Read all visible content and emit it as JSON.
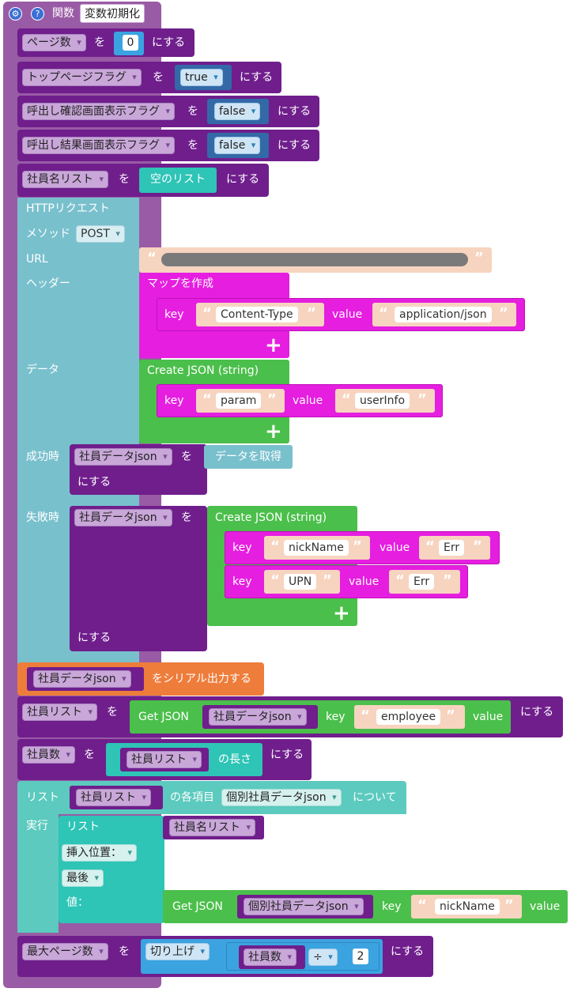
{
  "func": {
    "keyword": "関数",
    "name": "変数初期化",
    "settings_icon": "gear-icon",
    "help_icon": "question-icon",
    "help_glyph": "?"
  },
  "common": {
    "wo": "を",
    "nisuru": "にする",
    "quote_open": "“",
    "quote_close": "”",
    "plus": "+",
    "key": "key",
    "value": "value"
  },
  "set_page": {
    "var": "ページ数",
    "value": "0"
  },
  "set_top": {
    "var": "トップページフラグ",
    "value": "true"
  },
  "set_confirm": {
    "var": "呼出し確認画面表示フラグ",
    "value": "false"
  },
  "set_result": {
    "var": "呼出し結果画面表示フラグ",
    "value": "false"
  },
  "set_names": {
    "var": "社員名リスト",
    "value": "空のリスト"
  },
  "http": {
    "title": "HTTPリクエスト",
    "method_label": "メソッド",
    "method": "POST",
    "url_label": "URL",
    "header_label": "ヘッダー",
    "map_title": "マップを作成",
    "header_key": "Content-Type",
    "header_value": "application/json",
    "data_label": "データ",
    "json_title": "Create JSON (string)",
    "data_key": "param",
    "data_value": "userInfo",
    "success_label": "成功時",
    "success_var": "社員データjson",
    "success_value": "データを取得",
    "fail_label": "失敗時",
    "fail_var": "社員データjson",
    "fail_json_title": "Create JSON (string)",
    "fail_key1": "nickName",
    "fail_val1": "Err",
    "fail_key2": "UPN",
    "fail_val2": "Err"
  },
  "serial": {
    "var": "社員データjson",
    "text": "をシリアル出力する"
  },
  "set_list": {
    "var": "社員リスト",
    "get_json": "Get JSON",
    "src": "社員データjson",
    "key": "employee"
  },
  "set_count": {
    "var": "社員数",
    "src": "社員リスト",
    "length": "の長さ"
  },
  "loop": {
    "list_label": "リスト",
    "list": "社員リスト",
    "each": "の各項目",
    "item": "個別社員データjson",
    "about": "について",
    "do_label": "実行"
  },
  "insert": {
    "title": "リスト",
    "target": "社員名リスト",
    "pos_label": "挿入位置：",
    "pos": "最後",
    "value_label": "値：",
    "get_json": "Get JSON",
    "src": "個別社員データjson",
    "key": "nickName"
  },
  "set_max": {
    "var": "最大ページ数",
    "ceil": "切り上げ",
    "src": "社員数",
    "op": "÷",
    "divisor": "2"
  },
  "colors": {
    "procedure": "#995ba5",
    "variable": "#6f1e8c",
    "http": "#79c0cd",
    "map": "#e51ee0",
    "json": "#4bbf4b",
    "serial": "#ee7d3b",
    "list": "#5ccabe",
    "math": "#3ba3e0",
    "logic": "#3469a8",
    "string": "#f7d4bf"
  }
}
